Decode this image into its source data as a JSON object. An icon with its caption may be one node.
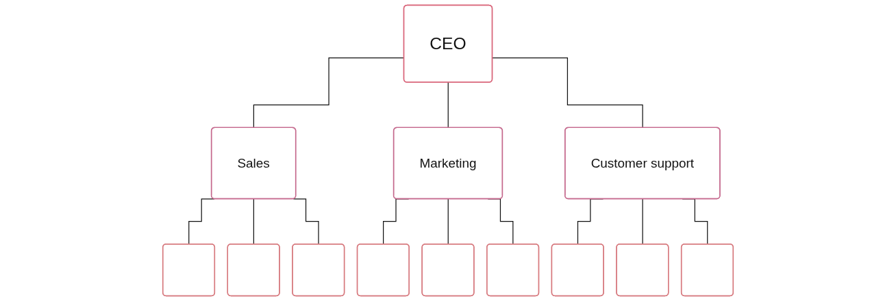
{
  "diagram": {
    "nodes": [
      {
        "text": [
          "CEO"
        ]
      },
      {
        "text": [
          "Sales"
        ]
      },
      {
        "text": [
          "Marketing"
        ]
      },
      {
        "text": [
          "Customer support"
        ]
      },
      {
        "text": [],
        "shape": "box"
      },
      {
        "text": [],
        "shape": "box"
      },
      {
        "text": [],
        "shape": "box"
      },
      {
        "text": [],
        "shape": "box"
      },
      {
        "text": [],
        "shape": "box"
      },
      {
        "text": [],
        "shape": "box"
      },
      {
        "text": [],
        "shape": "box"
      },
      {
        "text": [],
        "shape": "box"
      },
      {
        "text": [],
        "shape": "box"
      }
    ],
    "edges": [
      {
        "from": 0,
        "to": 1,
        "arrow": "none"
      },
      {
        "from": 0,
        "to": 2,
        "arrow": "none"
      },
      {
        "from": 0,
        "to": 3,
        "arrow": "none"
      },
      {
        "from": 1,
        "to": 4,
        "arrow": "none"
      },
      {
        "from": 1,
        "to": 5,
        "arrow": "none"
      },
      {
        "from": 1,
        "to": 6,
        "arrow": "none"
      },
      {
        "from": 2,
        "to": 7,
        "arrow": "none"
      },
      {
        "from": 2,
        "to": 8,
        "arrow": "none"
      },
      {
        "from": 2,
        "to": 9,
        "arrow": "none"
      },
      {
        "from": 3,
        "to": 10,
        "arrow": "none"
      },
      {
        "from": 3,
        "to": 11,
        "arrow": "none"
      },
      {
        "from": 3,
        "to": 12,
        "arrow": "none"
      }
    ]
  }
}
